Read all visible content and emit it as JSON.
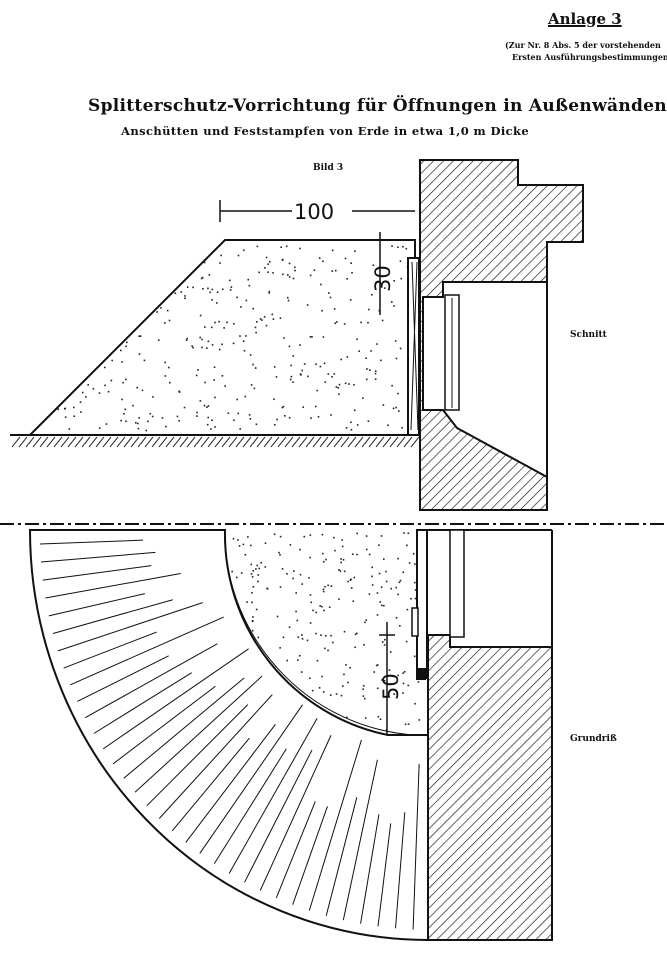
{
  "header": {
    "annex_label": "Anlage 3",
    "reference_line1": "(Zur Nr. 8 Abs. 5 der vorstehenden",
    "reference_line2": "Ersten Ausführungsbestimmungen)"
  },
  "title": "Splitterschutz-Vorrichtung für Öffnungen in Außenwänden:",
  "subtitle": "Anschütten und Feststampfen von Erde in etwa 1,0 m Dicke",
  "figure_label": "Bild 3",
  "views": {
    "section_label": "Schnitt",
    "plan_label": "Grundriß"
  },
  "dimensions": {
    "earth_top_width": "100",
    "earth_over_opening": "30",
    "plan_offset": "50"
  }
}
